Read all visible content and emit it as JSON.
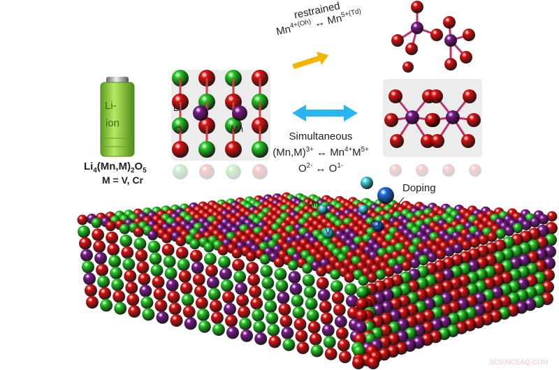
{
  "colors": {
    "oxygen": "#e01010",
    "lithium": "#22cc22",
    "manganese": "#7a1a8a",
    "vanadium": "#40d8e8",
    "chromium": "#1a6ee0",
    "arrow_blue": "#29b6f0",
    "arrow_yellow": "#f5b400",
    "battery": "#8ccf3a"
  },
  "battery": {
    "line1": "Li-",
    "line2": "ion",
    "formula_main": "Li",
    "formula_sub1": "4",
    "formula_mid": "(Mn,M)",
    "formula_sub2": "2",
    "formula_o": "O",
    "formula_sub3": "5",
    "m_def": "M = V, Cr"
  },
  "cell_labels": {
    "li": "Li",
    "o": "O",
    "mn": "Mn"
  },
  "restrained": {
    "title": "restrained",
    "left": "Mn",
    "left_sup": "4+(Oh)",
    "arrow": "↔",
    "right": "Mn",
    "right_sup": "5+(Td)"
  },
  "simultaneous": {
    "title": "Simultaneous",
    "l1_a": "(Mn,M)",
    "l1_a_sup": "3+",
    "l1_arrow": "↔",
    "l1_b": "Mn",
    "l1_b_sup": "4+",
    "l1_c": "M",
    "l1_c_sup": "5+",
    "l2_a": "O",
    "l2_a_sup": "2-",
    "l2_arrow": "↔",
    "l2_b": "O",
    "l2_b_sup": "1-"
  },
  "doping": {
    "label": "Doping"
  },
  "slab_labels": {
    "mn": "Mn",
    "v": "V",
    "cr": "Cr"
  },
  "watermark": "SCIENCEAQ.COM"
}
